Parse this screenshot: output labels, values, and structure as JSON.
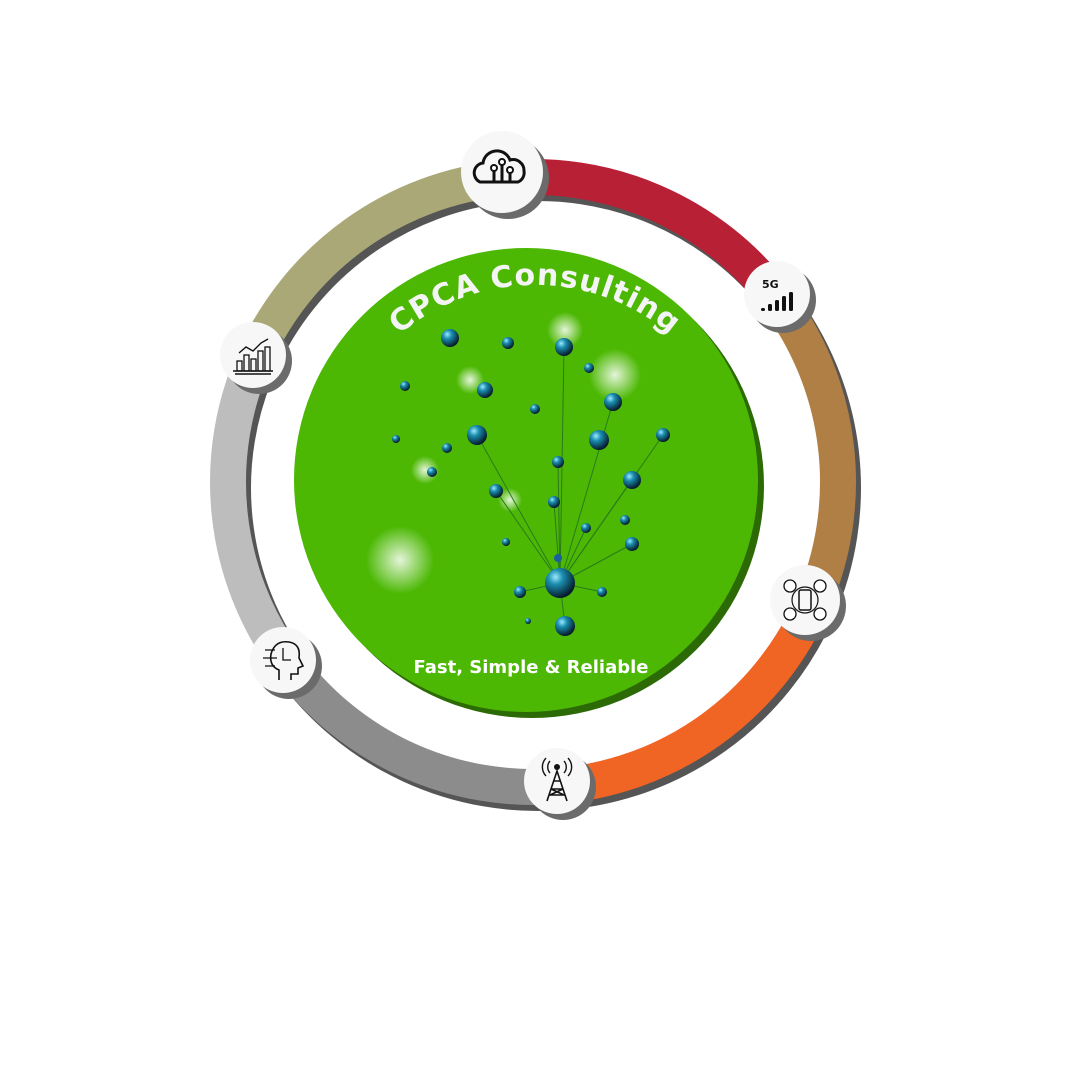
{
  "center": {
    "title": "CPCA Consulting",
    "tagline": "Fast, Simple & Reliable",
    "color": "#4cb804"
  },
  "segments": [
    {
      "name": "cloud-to-5g",
      "color": "#b82036"
    },
    {
      "name": "5g-to-social",
      "color": "#b07f45"
    },
    {
      "name": "social-to-tower",
      "color": "#f06424"
    },
    {
      "name": "tower-to-ai",
      "color": "#8c8c8c"
    },
    {
      "name": "ai-to-analytics",
      "color": "#bdbdbd"
    },
    {
      "name": "analytics-to-cloud",
      "color": "#aaa877"
    }
  ],
  "icons": [
    {
      "name": "cloud-iot-icon"
    },
    {
      "name": "5g-signal-icon",
      "label": "5G"
    },
    {
      "name": "social-media-icon"
    },
    {
      "name": "cell-tower-icon"
    },
    {
      "name": "ai-head-icon"
    },
    {
      "name": "growth-chart-icon"
    }
  ]
}
